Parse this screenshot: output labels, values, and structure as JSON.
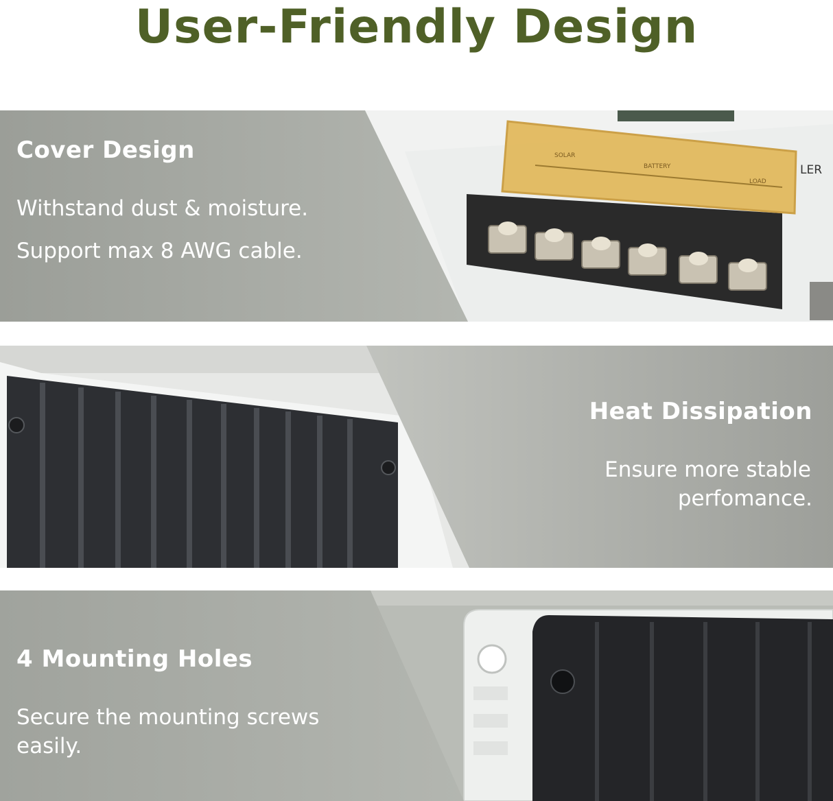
{
  "title": "User-Friendly Design",
  "features": [
    {
      "heading": "Cover Design",
      "lines": [
        "Withstand dust & moisture.",
        "Support max 8 AWG cable."
      ]
    },
    {
      "heading": "Heat Dissipation",
      "lines": [
        "Ensure more stable",
        "perfomance."
      ]
    },
    {
      "heading": "4 Mounting Holes",
      "lines": [
        "Secure the mounting screws",
        "easily."
      ]
    }
  ],
  "terminal_labels": {
    "solar": "SOLAR",
    "battery": "BATTERY",
    "load": "LOAD",
    "label_fragment": "LER"
  },
  "colors": {
    "title": "#4f6027",
    "panel_gray": "#9a9d96",
    "cover_amber": "#e2b85a",
    "heatsink": "#2d2f33"
  },
  "icons": [
    "screw-icon",
    "mounting-hole-icon"
  ]
}
